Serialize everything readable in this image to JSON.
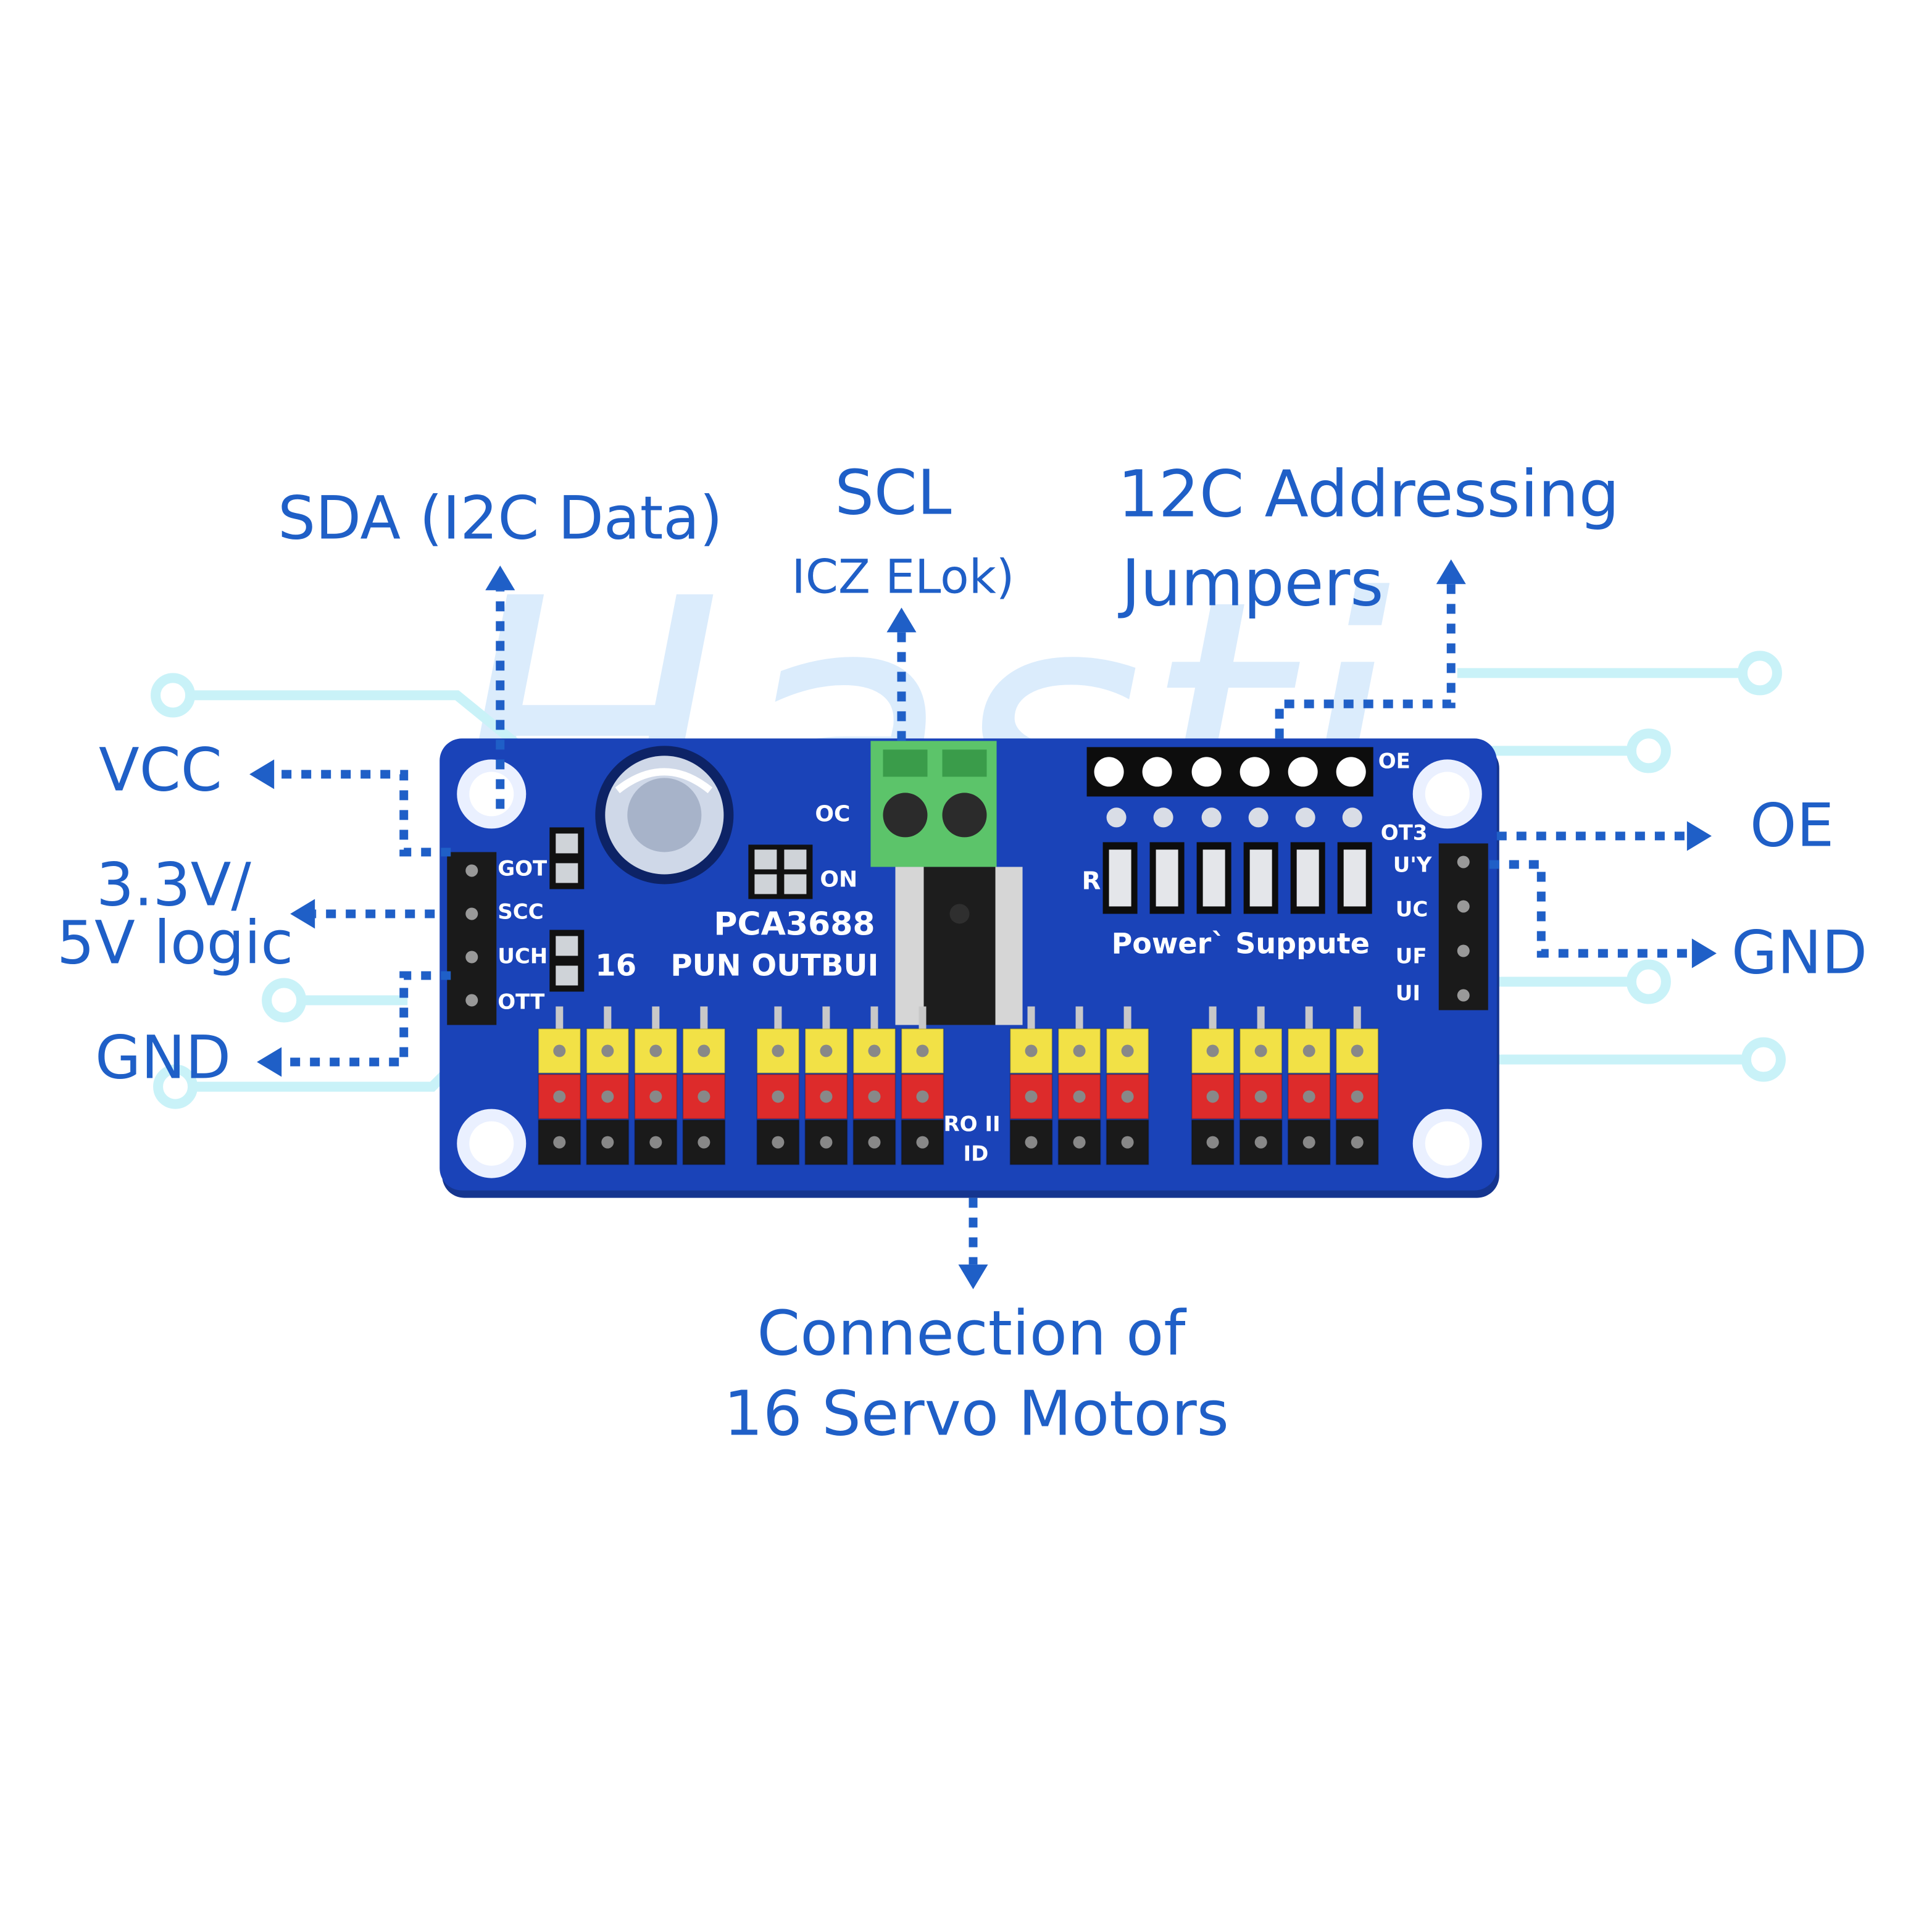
{
  "colors": {
    "board": "#1a43b8",
    "board_dark": "#15358f",
    "label": "#1f5fc7",
    "terminal_green": "#5cc46a",
    "servo_yellow": "#f2e146",
    "servo_red": "#dd2b2b",
    "servo_black": "#1a1a1a",
    "circuit_lines": "#c9f2f8",
    "watermark": "#cfe6fb"
  },
  "watermark": "Hasti",
  "callouts": {
    "sda": "SDA  (I2C Data)",
    "scl": "SCL",
    "scl_sub": "ICZ ELok)",
    "addr_line1": "12C Addressing",
    "addr_line2": "Jumpers",
    "vcc": "VCC",
    "logic_line1": "3.3V/",
    "logic_line2": "5V logic",
    "gnd_left": "GND",
    "oe": "OE",
    "gnd_right": "GND",
    "servo_line1": "Connection of",
    "servo_line2": "16 Servo Motors"
  },
  "board_silkscreen": {
    "chip_name": "PCA3688",
    "chip_sub": "PUN OUTBUI",
    "power_label": "Power` Suppute",
    "num_16": "16",
    "oc": "OC",
    "on": "ON",
    "oe_top": "OE",
    "left_pins": [
      "GOT",
      "SCC",
      "UCH",
      "OTT"
    ],
    "right_pins": [
      "OT3",
      "U'Y",
      "UC",
      "UF",
      "UI"
    ],
    "r": "R",
    "bottom": "RO II",
    "bottom2": "ID"
  }
}
